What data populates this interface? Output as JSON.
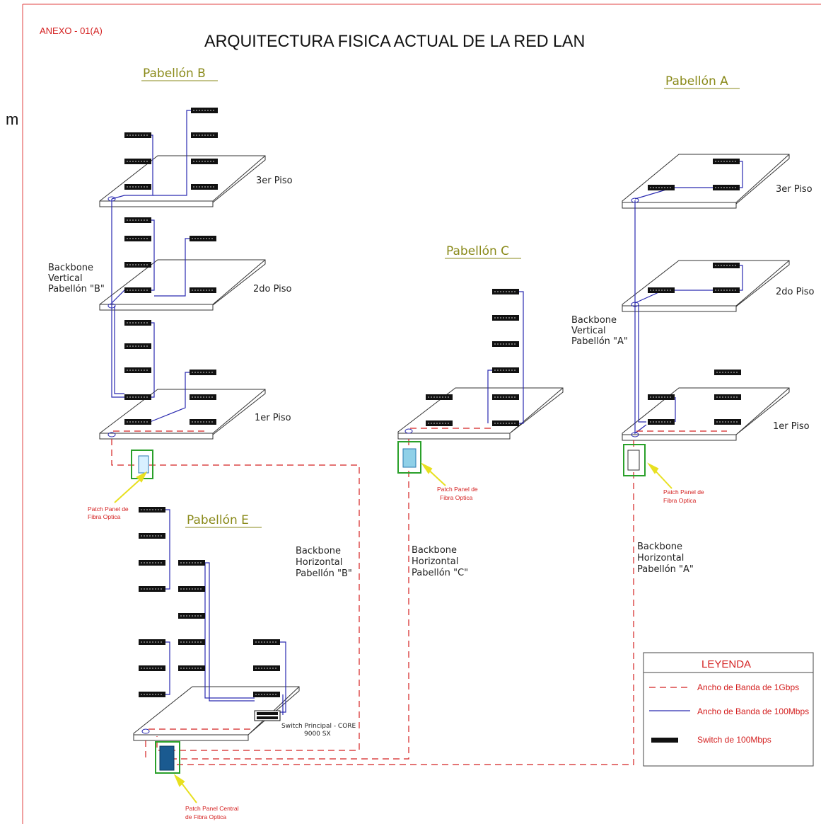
{
  "annex": "ANEXO - 01(A)",
  "title": "ARQUITECTURA FISICA ACTUAL DE LA RED LAN",
  "stray_char": "m",
  "pabellones": {
    "B": "Pabellón  B",
    "A": "Pabellón  A",
    "C": "Pabellón  C",
    "E": "Pabellón  E"
  },
  "floors": {
    "b3": "3er  Piso",
    "b2": "2do  Piso",
    "b1": "1er  Piso",
    "a3": "3er  Piso",
    "a2": "2do  Piso",
    "a1": "1er  Piso"
  },
  "backbone_vertical_b": [
    "Backbone",
    "Vertical",
    "Pabellón  \"B\""
  ],
  "backbone_vertical_a": [
    "Backbone",
    "Vertical",
    "Pabellón  \"A\""
  ],
  "backbone_horizontal_b": [
    "Backbone",
    "Horizontal",
    "Pabellón  \"B\""
  ],
  "backbone_horizontal_c": [
    "Backbone",
    "Horizontal",
    "Pabellón  \"C\""
  ],
  "backbone_horizontal_a": [
    "Backbone",
    "Horizontal",
    "Pabellón  \"A\""
  ],
  "patch_b": [
    "Patch Panel de",
    "Fibra Optica"
  ],
  "patch_c": [
    "Patch Panel de",
    "Fibra Optica"
  ],
  "patch_a": [
    "Patch Panel de",
    "Fibra Optica"
  ],
  "patch_central": [
    "Patch Panel Central",
    "de Fibra Optica"
  ],
  "core_switch": [
    "Switch Principal  -  CORE",
    "9000  SX"
  ],
  "legend": {
    "title": "LEYENDA",
    "fiber": "Ancho de Banda de   1Gbps",
    "utp": "Ancho de Banda de   100Mbps",
    "switch": "Switch de 100Mbps"
  },
  "colors": {
    "fiber": "#d42020",
    "utp": "#2a2ab0",
    "switch": "#111111",
    "patch_frame": "#2aa02a",
    "arrow": "#e8e020",
    "heading": "#8a8a1a",
    "frame": "#e04040"
  }
}
